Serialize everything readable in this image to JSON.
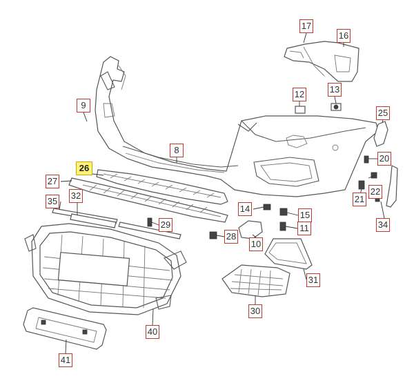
{
  "diagram": {
    "highlighted_part": "26",
    "highlight_color": "#fff27a",
    "callout_border_color": "#c0392b",
    "parts": [
      {
        "id": "p17",
        "label": "17"
      },
      {
        "id": "p16",
        "label": "16"
      },
      {
        "id": "p9",
        "label": "9"
      },
      {
        "id": "p12",
        "label": "12"
      },
      {
        "id": "p13",
        "label": "13"
      },
      {
        "id": "p25",
        "label": "25"
      },
      {
        "id": "p8",
        "label": "8"
      },
      {
        "id": "p26",
        "label": "26"
      },
      {
        "id": "p27",
        "label": "27"
      },
      {
        "id": "p20",
        "label": "20"
      },
      {
        "id": "p22",
        "label": "22"
      },
      {
        "id": "p21",
        "label": "21"
      },
      {
        "id": "p35",
        "label": "35"
      },
      {
        "id": "p32",
        "label": "32"
      },
      {
        "id": "p14",
        "label": "14"
      },
      {
        "id": "p15",
        "label": "15"
      },
      {
        "id": "p11",
        "label": "11"
      },
      {
        "id": "p34",
        "label": "34"
      },
      {
        "id": "p29",
        "label": "29"
      },
      {
        "id": "p28",
        "label": "28"
      },
      {
        "id": "p10",
        "label": "10"
      },
      {
        "id": "p31",
        "label": "31"
      },
      {
        "id": "p30",
        "label": "30"
      },
      {
        "id": "p40",
        "label": "40"
      },
      {
        "id": "p41",
        "label": "41"
      }
    ]
  }
}
